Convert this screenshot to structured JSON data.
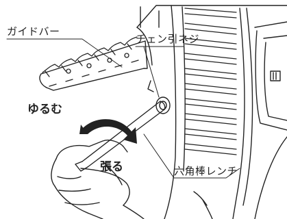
{
  "labels": {
    "guide_bar": "ガイドバー",
    "chain_tension_screw": "チェン引ネジ",
    "hex_wrench": "六角棒レンチ",
    "loosen": "ゆるむ",
    "tighten": "張る"
  },
  "colors": {
    "line": "#222222",
    "background": "#ffffff"
  }
}
